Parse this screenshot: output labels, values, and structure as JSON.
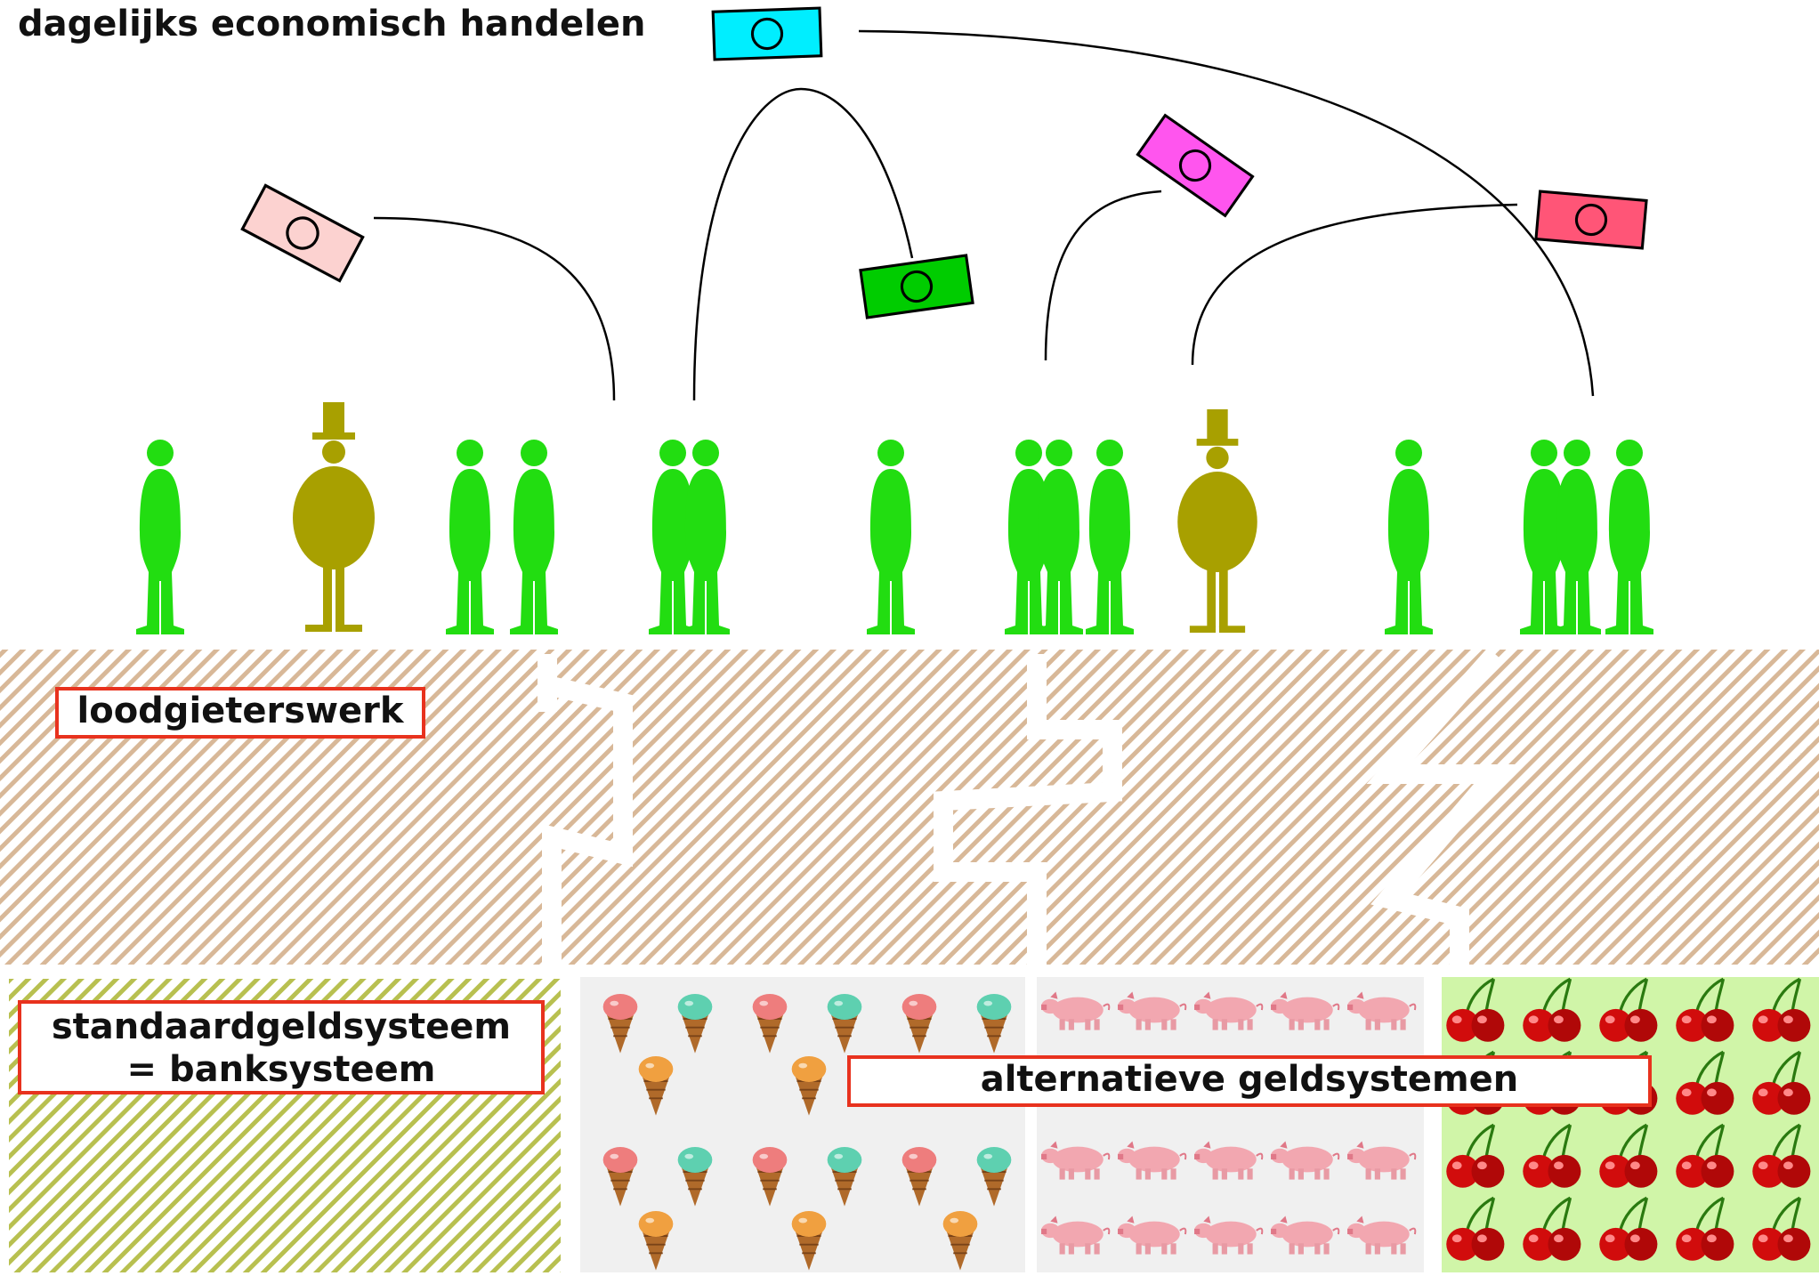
{
  "title": "dagelijks economisch handelen",
  "labels": {
    "plumbing": "loodgieterswerk",
    "standard_line1": "standaardgeldsysteem",
    "standard_line2": "= banksysteem",
    "alternative": "alternatieve geldsystemen"
  },
  "colors": {
    "person_green": "#22dd11",
    "rich_person": "#a8a000",
    "plumbing_hatch": "#d8b898",
    "standard_hatch": "#b8c050",
    "label_border": "#e8321e",
    "banknotes": [
      "#fcd2d0",
      "#00eeff",
      "#00cc00",
      "#ff55ee",
      "#ff5577"
    ],
    "alt_panels": [
      "#f0f0f0",
      "#f0f0f0",
      "#d0f5a8"
    ]
  },
  "icons": [
    "person-icon",
    "rich-person-icon",
    "banknote-icon",
    "ice-cream-icon",
    "pig-icon",
    "cherry-icon"
  ]
}
